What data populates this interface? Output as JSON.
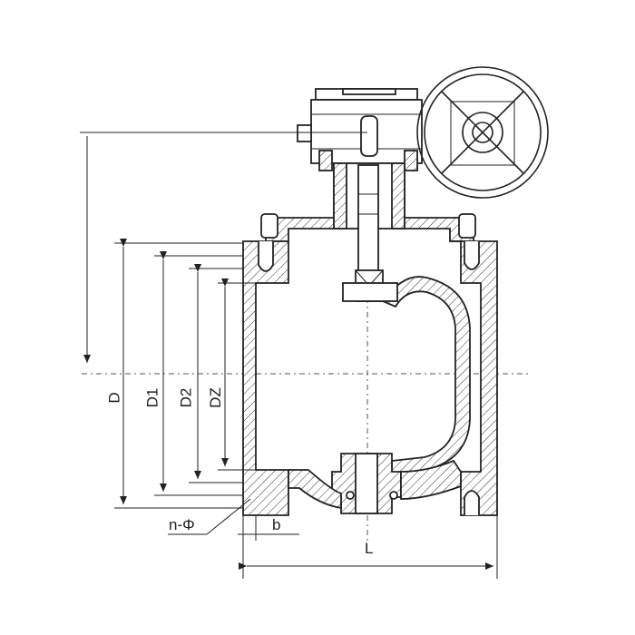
{
  "dimensions": {
    "D": "D",
    "D1": "D1",
    "D2": "D2",
    "DZ": "DZ",
    "n_phi": "n-Φ",
    "b": "b",
    "L": "L"
  }
}
